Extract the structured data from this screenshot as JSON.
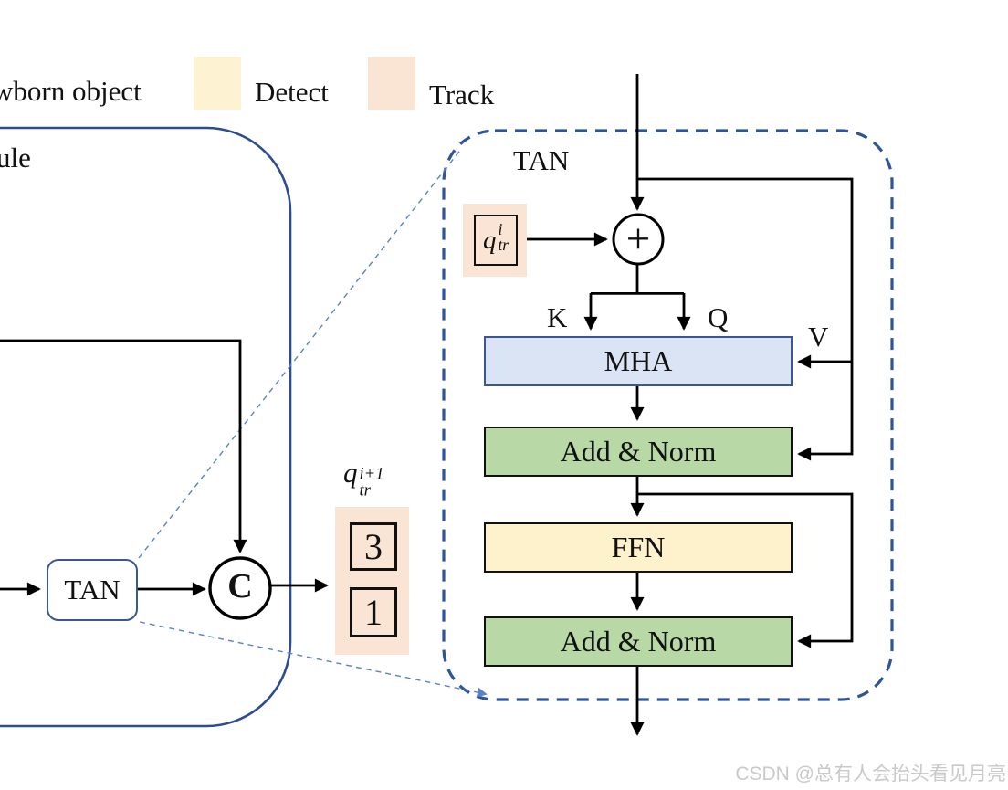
{
  "figure": {
    "legend": {
      "newborn_label": "wborn object",
      "detect_label": "Detect",
      "track_label": "Track"
    },
    "overview": {
      "module_label": "ule",
      "tan_label": "TAN",
      "concat_label": "C",
      "output_query": {
        "base": "q",
        "sup": "i+1",
        "sub": "tr"
      },
      "cells": [
        "3",
        "1"
      ]
    },
    "tan_panel": {
      "title": "TAN",
      "track_query": {
        "base": "q",
        "sup": "i",
        "sub": "tr"
      },
      "plus_label": "+",
      "k_label": "K",
      "q_label": "Q",
      "v_label": "V",
      "mha_label": "MHA",
      "add_norm1_label": "Add & Norm",
      "ffn_label": "FFN",
      "add_norm2_label": "Add & Norm"
    },
    "watermark": "CSDN @总有人会抬头看见月亮",
    "colors": {
      "detect_fill": "#fdf3d3",
      "track_fill": "#fae4d3",
      "mha_fill": "#dbe4f5",
      "add_norm_fill": "#b8d9a5",
      "ffn_fill": "#fdf2cc",
      "outline_blue": "#2d4d8e",
      "dashed_blue": "#2e559a",
      "leader_blue": "#5b82c4"
    }
  }
}
